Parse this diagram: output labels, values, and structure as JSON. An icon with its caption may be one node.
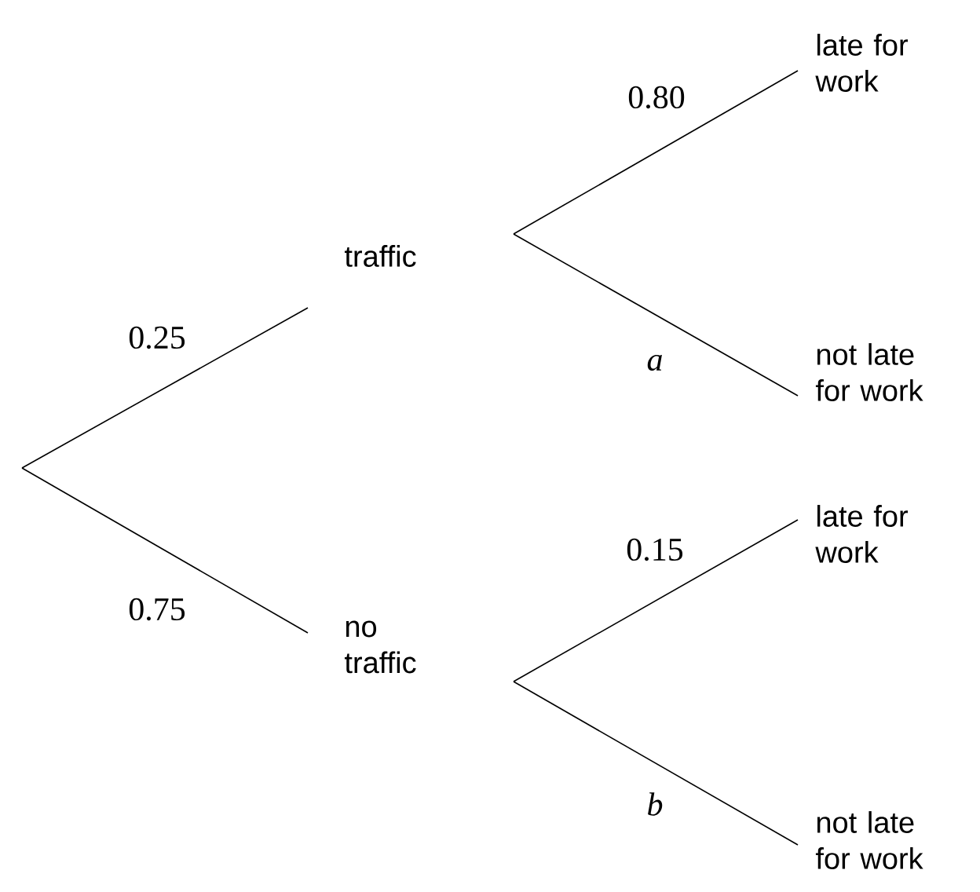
{
  "diagram": {
    "nodes": [
      {
        "text": [
          "traffic"
        ]
      },
      {
        "text": [
          "no traffic"
        ]
      },
      {
        "text": [
          "late for work"
        ]
      },
      {
        "text": [
          "not late for work"
        ]
      },
      {
        "text": [
          "late for work"
        ]
      },
      {
        "text": [
          "not late for work"
        ]
      }
    ],
    "edges": [
      {
        "from": null,
        "to": 0,
        "arrow": "none",
        "label": "0.25"
      },
      {
        "from": null,
        "to": 1,
        "arrow": "none",
        "label": "0.75"
      },
      {
        "from": 0,
        "to": 2,
        "arrow": "none",
        "label": "0.80"
      },
      {
        "from": 0,
        "to": 3,
        "arrow": "none",
        "label": "a"
      },
      {
        "from": 1,
        "to": 4,
        "arrow": "none",
        "label": "0.15"
      },
      {
        "from": 1,
        "to": 5,
        "arrow": "none",
        "label": "b"
      }
    ]
  }
}
